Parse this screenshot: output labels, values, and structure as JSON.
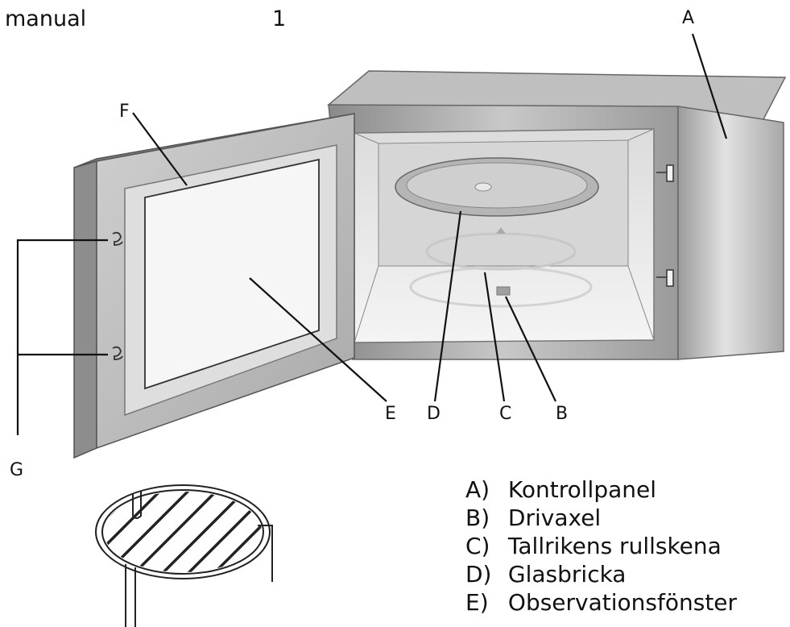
{
  "header": {
    "title": "manual",
    "figure_number": "1"
  },
  "callouts": {
    "a": "A",
    "b": "B",
    "c": "C",
    "d": "D",
    "e": "E",
    "f": "F",
    "g": "G"
  },
  "legend": [
    {
      "key": "A)",
      "label": "Kontrollpanel"
    },
    {
      "key": "B)",
      "label": "Drivaxel"
    },
    {
      "key": "C)",
      "label": "Tallrikens rullskena"
    },
    {
      "key": "D)",
      "label": "Glasbricka"
    },
    {
      "key": "E)",
      "label": "Observationsfönster"
    }
  ]
}
